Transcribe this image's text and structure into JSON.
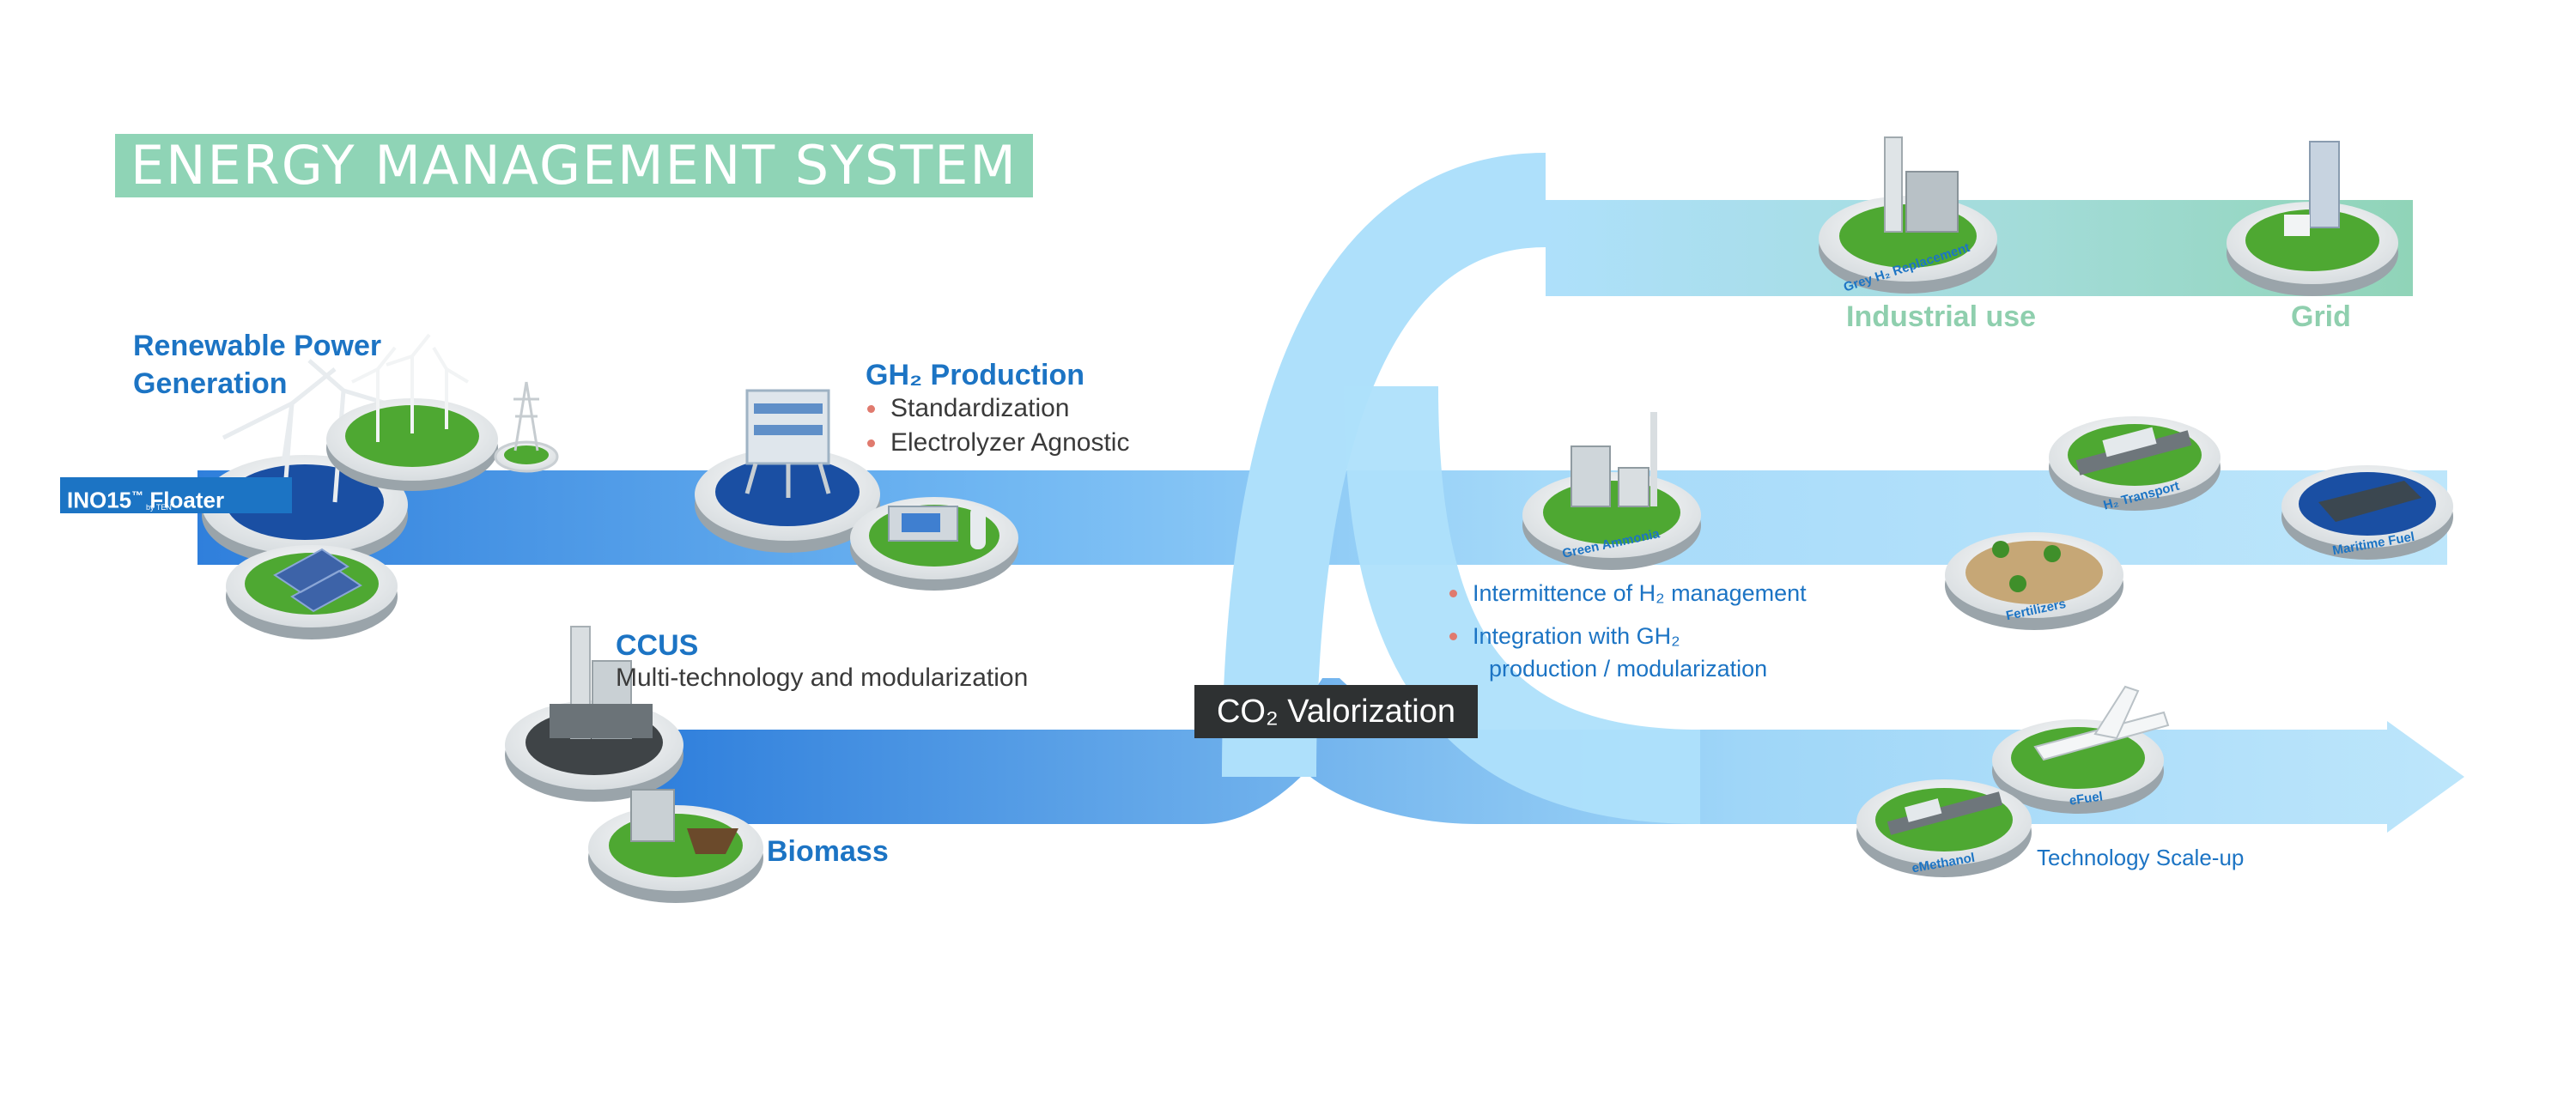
{
  "title": "ENERGY MANAGEMENT SYSTEM",
  "sections": {
    "renewable": {
      "heading_line1": "Renewable Power",
      "heading_line2": "Generation"
    },
    "floater": {
      "label": "INO15",
      "tm": "™",
      "suffix": "Floater",
      "sub": "by TEN"
    },
    "gh2": {
      "heading": "GH₂ Production",
      "bullets": [
        "Standardization",
        "Electrolyzer Agnostic"
      ]
    },
    "ccus": {
      "heading": "CCUS",
      "subtitle": "Multi-technology and modularization"
    },
    "biomass": {
      "label": "Biomass"
    },
    "co2": {
      "label": "CO₂ Valorization"
    },
    "h2_management": {
      "bullet1": "Intermittence of H₂ management",
      "bullet2_line1": "Integration with GH₂",
      "bullet2_line2": "production / modularization"
    },
    "industrial": {
      "label": "Industrial use"
    },
    "grid": {
      "label": "Grid"
    },
    "scaleup": {
      "label": "Technology Scale-up"
    }
  },
  "nodes": {
    "grey_h2": "Grey H₂ Replacement",
    "green_ammonia": "Green Ammonia",
    "h2_transport": "H₂ Transport",
    "fertilizers": "Fertilizers",
    "maritime": "Maritime Fuel",
    "efuel": "eFuel",
    "emethanol": "eMethanol"
  },
  "colors": {
    "primary_blue": "#1c74c4",
    "light_blue": "#aee0fb",
    "mint": "#8fd4b6",
    "bullet_red": "#e07a6e",
    "dark_box": "#2e3132"
  }
}
